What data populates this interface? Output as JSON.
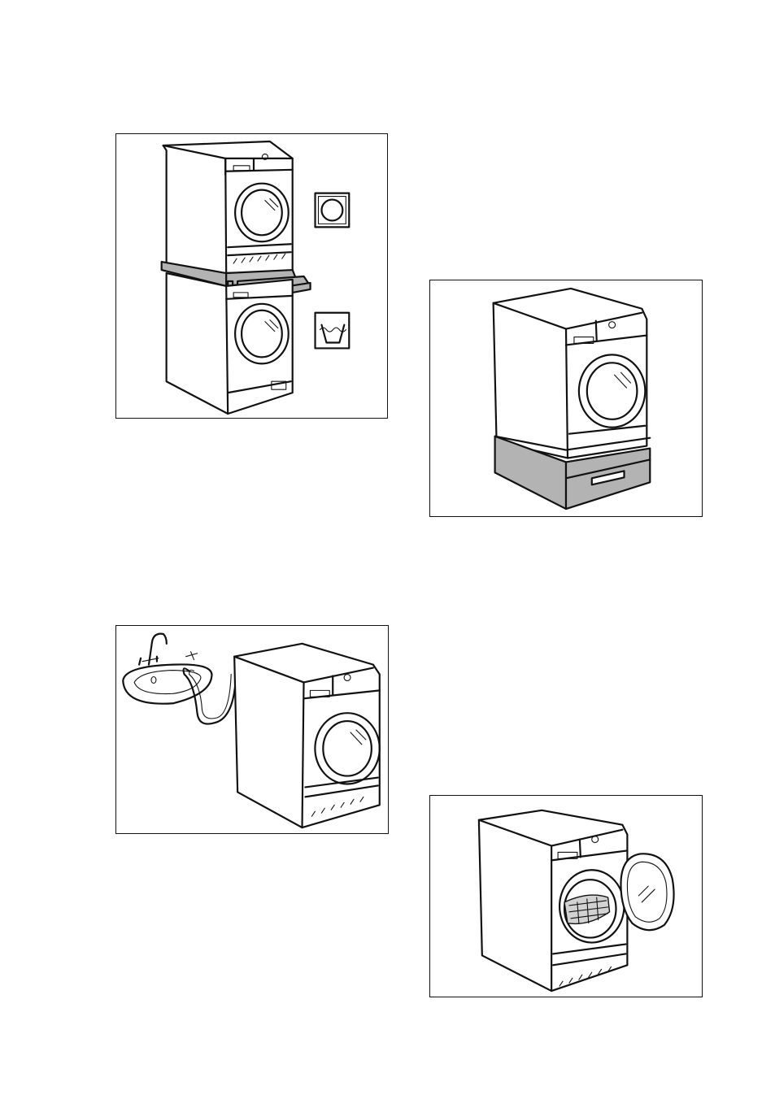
{
  "figures": [
    {
      "id": "stack",
      "icons": [
        "tumble-dryer-symbol-icon",
        "washing-machine-symbol-icon"
      ]
    },
    {
      "id": "plinth"
    },
    {
      "id": "sink"
    },
    {
      "id": "door-open"
    }
  ],
  "colors": {
    "line": "#111111",
    "accessory_fill": "#b3b3b3",
    "background": "#ffffff"
  }
}
